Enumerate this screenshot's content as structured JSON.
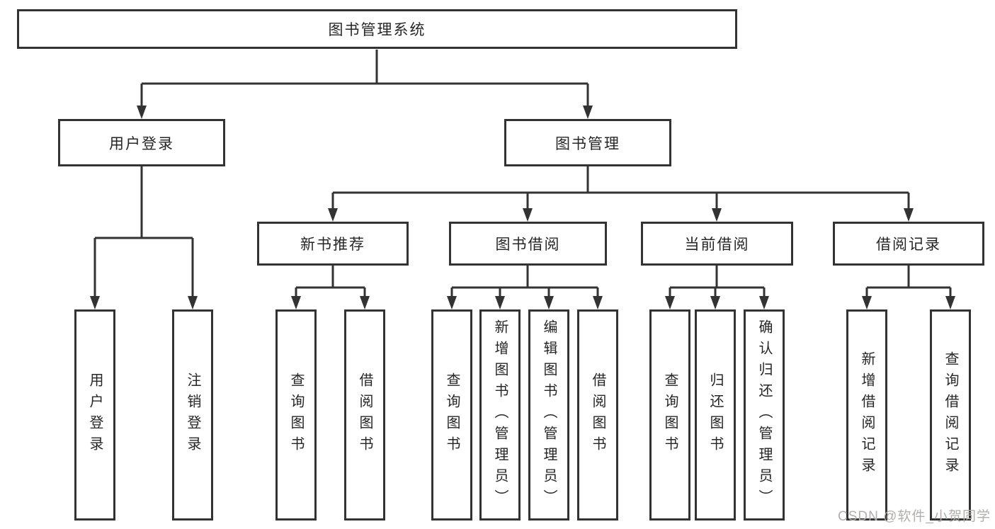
{
  "diagram": {
    "root": "图书管理系统",
    "branches": [
      {
        "label": "用户登录",
        "children": [
          {
            "label": "用户登录"
          },
          {
            "label": "注销登录"
          }
        ]
      },
      {
        "label": "图书管理",
        "children": [
          {
            "label": "新书推荐",
            "children": [
              {
                "label": "查询图书"
              },
              {
                "label": "借阅图书"
              }
            ]
          },
          {
            "label": "图书借阅",
            "children": [
              {
                "label": "查询图书"
              },
              {
                "label": "新增图书（管理员）"
              },
              {
                "label": "编辑图书（管理员）"
              },
              {
                "label": "借阅图书"
              }
            ]
          },
          {
            "label": "当前借阅",
            "children": [
              {
                "label": "查询图书"
              },
              {
                "label": "归还图书"
              },
              {
                "label": "确认归还（管理员）"
              }
            ]
          },
          {
            "label": "借阅记录",
            "children": [
              {
                "label": "新增借阅记录"
              },
              {
                "label": "查询借阅记录"
              }
            ]
          }
        ]
      }
    ],
    "watermark": "CSDN @软件_小贺同学",
    "colors": {
      "line": "#333333",
      "text": "#262626",
      "watermark_text": "#b3adad",
      "background": "#ffffff"
    }
  }
}
